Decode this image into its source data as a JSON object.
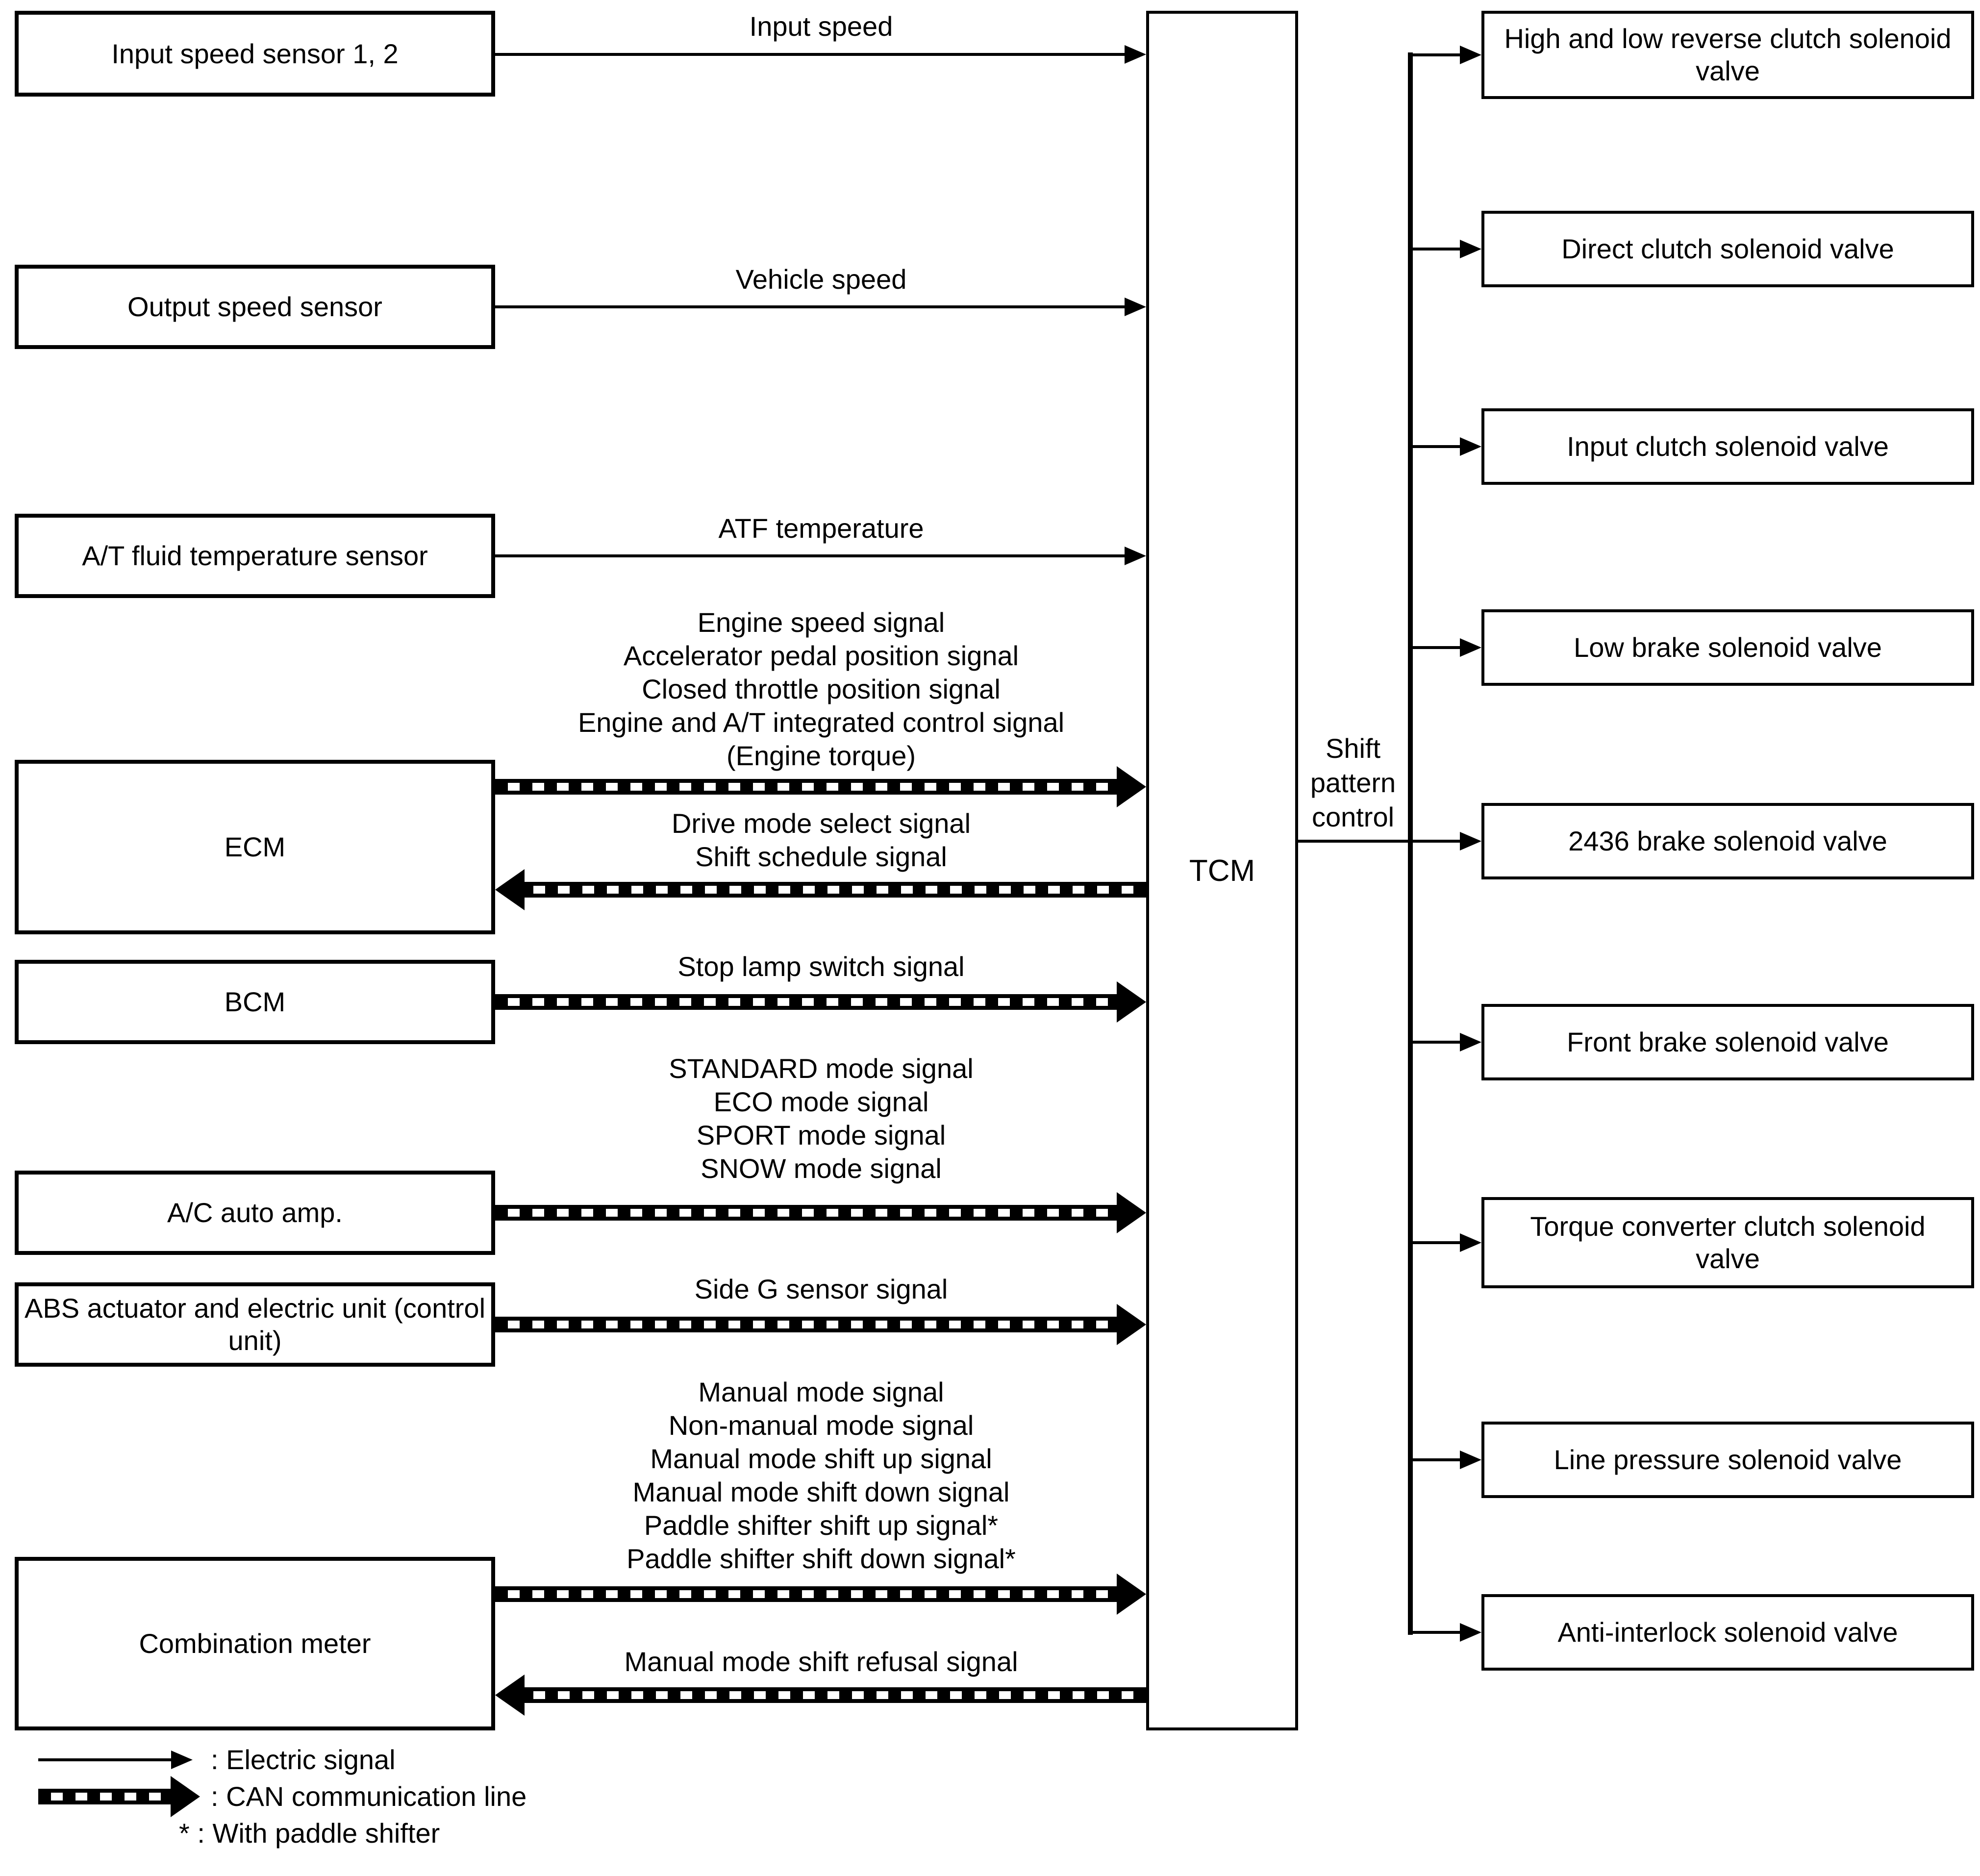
{
  "colors": {
    "ink": "#000000",
    "paper": "#ffffff"
  },
  "tcm": {
    "label": "TCM"
  },
  "shift_pattern_control": {
    "lines": [
      "Shift",
      "pattern",
      "control"
    ]
  },
  "left_boxes": [
    {
      "label": "Input speed sensor 1, 2"
    },
    {
      "label": "Output speed sensor"
    },
    {
      "label": "A/T fluid temperature sensor"
    },
    {
      "label": "ECM"
    },
    {
      "label": "BCM"
    },
    {
      "label": "A/C auto amp."
    },
    {
      "label": "ABS actuator and electric unit (control unit)"
    },
    {
      "label": "Combination meter"
    }
  ],
  "right_boxes": [
    {
      "label": "High and low reverse clutch solenoid valve"
    },
    {
      "label": "Direct clutch solenoid valve"
    },
    {
      "label": "Input clutch solenoid valve"
    },
    {
      "label": "Low brake solenoid valve"
    },
    {
      "label": "2436 brake solenoid valve"
    },
    {
      "label": "Front brake solenoid valve"
    },
    {
      "label": "Torque converter clutch solenoid valve"
    },
    {
      "label": "Line pressure solenoid valve"
    },
    {
      "label": "Anti-interlock solenoid valve"
    }
  ],
  "signals": {
    "input_speed": {
      "lines": [
        "Input speed"
      ]
    },
    "vehicle_speed": {
      "lines": [
        "Vehicle speed"
      ]
    },
    "atf_temperature": {
      "lines": [
        "ATF temperature"
      ]
    },
    "ecm_to_tcm": {
      "lines": [
        "Engine speed signal",
        "Accelerator pedal position signal",
        "Closed throttle position signal",
        "Engine and A/T integrated control signal",
        "(Engine torque)"
      ]
    },
    "tcm_to_ecm": {
      "lines": [
        "Drive mode select signal",
        "Shift schedule signal"
      ]
    },
    "bcm_to_tcm": {
      "lines": [
        "Stop lamp switch signal"
      ]
    },
    "ac_to_tcm": {
      "lines": [
        "STANDARD mode signal",
        "ECO mode signal",
        "SPORT mode signal",
        "SNOW mode signal"
      ]
    },
    "abs_to_tcm": {
      "lines": [
        "Side G sensor signal"
      ]
    },
    "meter_to_tcm": {
      "lines": [
        "Manual mode signal",
        "Non-manual mode signal",
        "Manual mode shift up signal",
        "Manual mode shift down signal",
        "Paddle shifter shift up signal*",
        "Paddle shifter shift down signal*"
      ]
    },
    "tcm_to_meter": {
      "lines": [
        "Manual mode shift refusal signal"
      ]
    }
  },
  "legend": {
    "electric": ": Electric signal",
    "can": ": CAN communication line",
    "paddle": "* : With paddle shifter"
  }
}
